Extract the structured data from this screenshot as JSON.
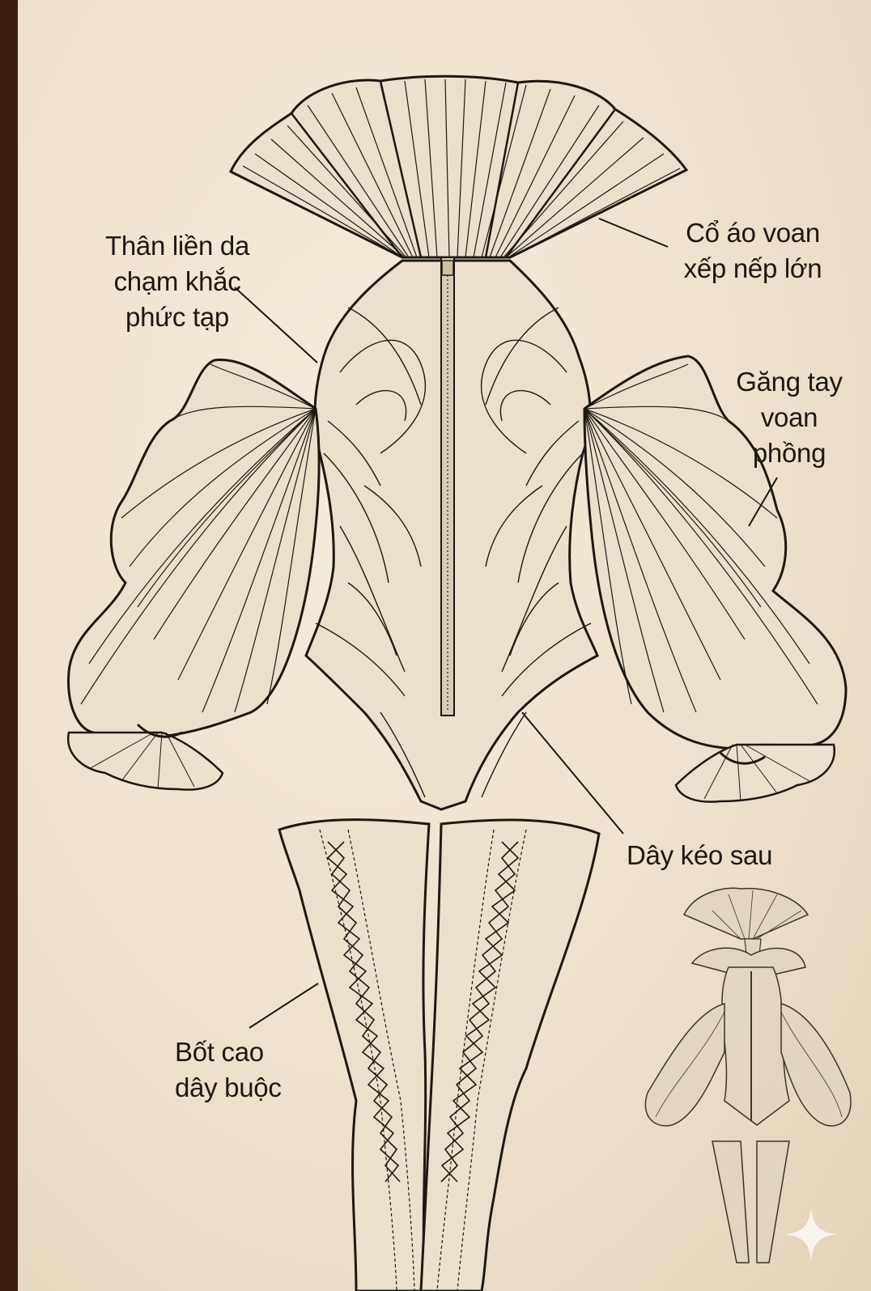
{
  "labels": {
    "bodysuit": "Thân liền da\nchạm khắc\nphức tạp",
    "collar": "Cổ áo voan\nxếp nếp lớn",
    "gloves": "Găng tay\nvoan\nphồng",
    "zipper": "Dây kéo sau",
    "boots": "Bốt cao\ndây buộc"
  },
  "colors": {
    "frame": "#3a1d10",
    "paper": "#efe3cf",
    "ink": "#1d1812",
    "fabric": "#ebe0cc"
  },
  "icons": [
    "sparkle-icon"
  ]
}
